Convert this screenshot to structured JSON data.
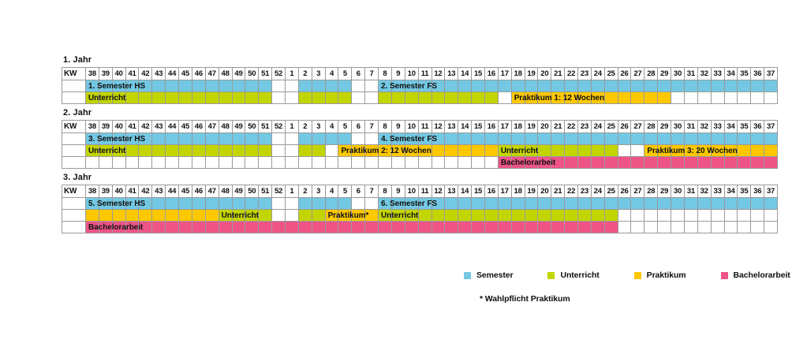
{
  "colors": {
    "semester": "#73c8e3",
    "unterricht": "#c2d500",
    "praktikum": "#fdc800",
    "bachelorarbeit": "#ee5586",
    "gridline": "#9a9a9a",
    "background": "#ffffff"
  },
  "weeks": [
    38,
    39,
    40,
    41,
    42,
    43,
    44,
    45,
    46,
    47,
    48,
    49,
    50,
    51,
    52,
    1,
    2,
    3,
    4,
    5,
    6,
    7,
    8,
    9,
    10,
    11,
    12,
    13,
    14,
    15,
    16,
    17,
    18,
    19,
    20,
    21,
    22,
    23,
    24,
    25,
    26,
    27,
    28,
    29,
    30,
    31,
    32,
    33,
    34,
    35,
    36,
    37
  ],
  "row_label": "KW",
  "years": [
    {
      "title": "1. Jahr",
      "rows": [
        {
          "name": "semester-row",
          "bars": [
            {
              "type": "semester",
              "label": "1. Semester HS",
              "start": 0,
              "end": 13
            },
            {
              "type": "semester",
              "label": "",
              "start": 16,
              "end": 19
            },
            {
              "type": "semester",
              "label": "2. Semester FS",
              "start": 22,
              "end": 51
            }
          ]
        },
        {
          "name": "teaching-row",
          "bars": [
            {
              "type": "unterricht",
              "label": "Unterricht",
              "start": 0,
              "end": 13
            },
            {
              "type": "unterricht",
              "label": "",
              "start": 16,
              "end": 19
            },
            {
              "type": "unterricht",
              "label": "",
              "start": 22,
              "end": 30
            },
            {
              "type": "praktikum",
              "label": "Praktikum 1: 12 Wochen",
              "start": 32,
              "end": 43
            }
          ]
        }
      ]
    },
    {
      "title": "2. Jahr",
      "rows": [
        {
          "name": "semester-row",
          "bars": [
            {
              "type": "semester",
              "label": "3. Semester HS",
              "start": 0,
              "end": 13
            },
            {
              "type": "semester",
              "label": "",
              "start": 16,
              "end": 19
            },
            {
              "type": "semester",
              "label": "4. Semester FS",
              "start": 22,
              "end": 51
            }
          ]
        },
        {
          "name": "teaching-row",
          "bars": [
            {
              "type": "unterricht",
              "label": "Unterricht",
              "start": 0,
              "end": 13
            },
            {
              "type": "unterricht",
              "label": "",
              "start": 16,
              "end": 17
            },
            {
              "type": "praktikum",
              "label": "Praktikum 2: 12 Wochen",
              "start": 19,
              "end": 30
            },
            {
              "type": "unterricht",
              "label": "Unterricht",
              "start": 31,
              "end": 39
            },
            {
              "type": "praktikum",
              "label": "Praktikum 3: 20 Wochen",
              "start": 42,
              "end": 51
            }
          ]
        },
        {
          "name": "thesis-row",
          "bars": [
            {
              "type": "bachelorarbeit",
              "label": "Bachelorarbeit",
              "start": 31,
              "end": 51
            }
          ]
        }
      ]
    },
    {
      "title": "3. Jahr",
      "rows": [
        {
          "name": "semester-row",
          "bars": [
            {
              "type": "semester",
              "label": "5. Semester HS",
              "start": 0,
              "end": 13
            },
            {
              "type": "semester",
              "label": "",
              "start": 16,
              "end": 19
            },
            {
              "type": "semester",
              "label": "6. Semester FS",
              "start": 22,
              "end": 51
            }
          ]
        },
        {
          "name": "teaching-row",
          "bars": [
            {
              "type": "praktikum",
              "label": "",
              "start": 0,
              "end": 9
            },
            {
              "type": "unterricht",
              "label": "Unterricht",
              "start": 10,
              "end": 13
            },
            {
              "type": "unterricht",
              "label": "",
              "start": 16,
              "end": 17
            },
            {
              "type": "praktikum",
              "label": "Praktikum*",
              "start": 18,
              "end": 21
            },
            {
              "type": "unterricht",
              "label": "Unterricht",
              "start": 22,
              "end": 39
            }
          ]
        },
        {
          "name": "thesis-row",
          "bars": [
            {
              "type": "bachelorarbeit",
              "label": "Bachelorarbeit",
              "start": 0,
              "end": 39
            }
          ]
        }
      ]
    }
  ],
  "legend": {
    "items": [
      {
        "label": "Semester",
        "type": "semester"
      },
      {
        "label": "Unterricht",
        "type": "unterricht"
      },
      {
        "label": "Praktikum",
        "type": "praktikum"
      },
      {
        "label": "Bachelorarbeit",
        "type": "bachelorarbeit"
      }
    ]
  },
  "footnote": "* Wahlpflicht Praktikum"
}
